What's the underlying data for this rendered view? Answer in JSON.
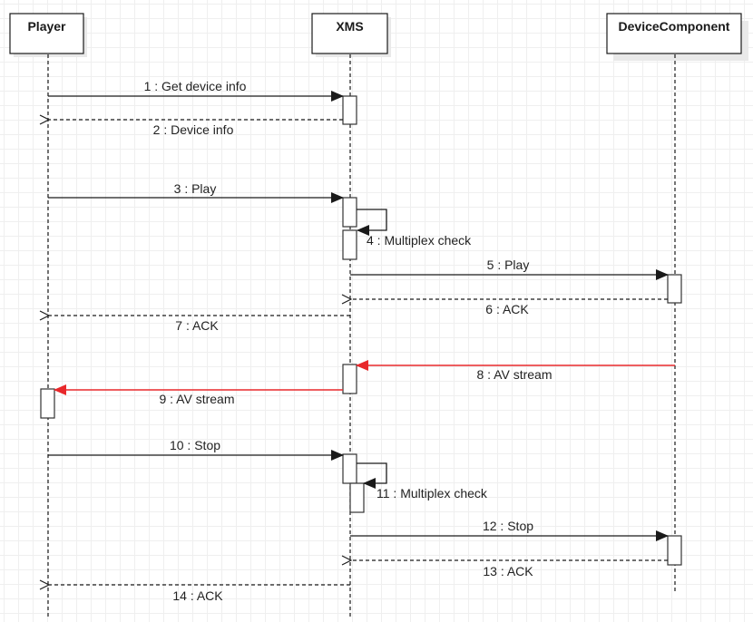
{
  "diagram": {
    "type": "sequence",
    "colors": {
      "line": "#1a1a1a",
      "stream": "#e8282b",
      "box_fill": "#ffffff",
      "shadow": "#e9e9e9"
    },
    "participants": [
      {
        "id": "player",
        "name": "Player"
      },
      {
        "id": "xms",
        "name": "XMS"
      },
      {
        "id": "device",
        "name": "DeviceComponent"
      }
    ],
    "messages": [
      {
        "n": 1,
        "label": "1 : Get device info",
        "from": "player",
        "to": "xms",
        "kind": "sync"
      },
      {
        "n": 2,
        "label": "2 : Device info",
        "from": "xms",
        "to": "player",
        "kind": "return"
      },
      {
        "n": 3,
        "label": "3 : Play",
        "from": "player",
        "to": "xms",
        "kind": "sync"
      },
      {
        "n": 4,
        "label": "4 : Multiplex check",
        "from": "xms",
        "to": "xms",
        "kind": "self"
      },
      {
        "n": 5,
        "label": "5 : Play",
        "from": "xms",
        "to": "device",
        "kind": "sync"
      },
      {
        "n": 6,
        "label": "6 : ACK",
        "from": "device",
        "to": "xms",
        "kind": "return"
      },
      {
        "n": 7,
        "label": "7 : ACK",
        "from": "xms",
        "to": "player",
        "kind": "return"
      },
      {
        "n": 8,
        "label": "8 : AV stream",
        "from": "device",
        "to": "xms",
        "kind": "stream"
      },
      {
        "n": 9,
        "label": "9 : AV stream",
        "from": "xms",
        "to": "player",
        "kind": "stream"
      },
      {
        "n": 10,
        "label": "10 : Stop",
        "from": "player",
        "to": "xms",
        "kind": "sync"
      },
      {
        "n": 11,
        "label": "11 : Multiplex check",
        "from": "xms",
        "to": "xms",
        "kind": "self"
      },
      {
        "n": 12,
        "label": "12 : Stop",
        "from": "xms",
        "to": "device",
        "kind": "sync"
      },
      {
        "n": 13,
        "label": "13 : ACK",
        "from": "device",
        "to": "xms",
        "kind": "return"
      },
      {
        "n": 14,
        "label": "14 : ACK",
        "from": "xms",
        "to": "player",
        "kind": "return"
      }
    ]
  }
}
